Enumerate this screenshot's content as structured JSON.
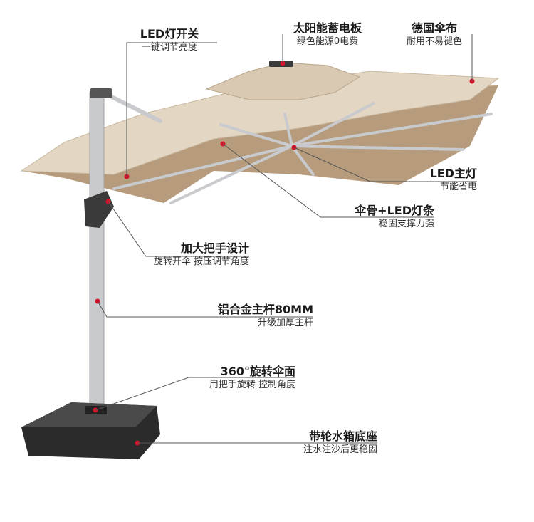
{
  "colors": {
    "canopy_top": "#e3d6c3",
    "canopy_under": "#b69c7c",
    "frame": "#c8cacd",
    "base": "#2b2b2b",
    "marker": "#d4132a",
    "leader": "#555555"
  },
  "features": [
    {
      "key": "led_switch",
      "title": "LED灯开关",
      "subtitle": "一键调节亮度"
    },
    {
      "key": "solar_panel",
      "title": "太阳能蓄电板",
      "subtitle": "绿色能源0电费"
    },
    {
      "key": "canopy_fabric",
      "title": "德国伞布",
      "subtitle": "耐用不易褪色"
    },
    {
      "key": "led_main",
      "title": "LED主灯",
      "subtitle": "节能省电"
    },
    {
      "key": "ribs_led",
      "title": "伞骨+LED灯条",
      "subtitle": "稳固支撑力强"
    },
    {
      "key": "handle",
      "title": "加大把手设计",
      "subtitle": "旋转开伞 按压调节角度"
    },
    {
      "key": "pole",
      "title": "铝合金主杆80MM",
      "subtitle": "升级加厚主杆"
    },
    {
      "key": "rotation",
      "title": "360°旋转伞面",
      "subtitle": "用把手旋转 控制角度"
    },
    {
      "key": "base",
      "title": "带轮水箱底座",
      "subtitle": "注水注沙后更稳固"
    }
  ]
}
